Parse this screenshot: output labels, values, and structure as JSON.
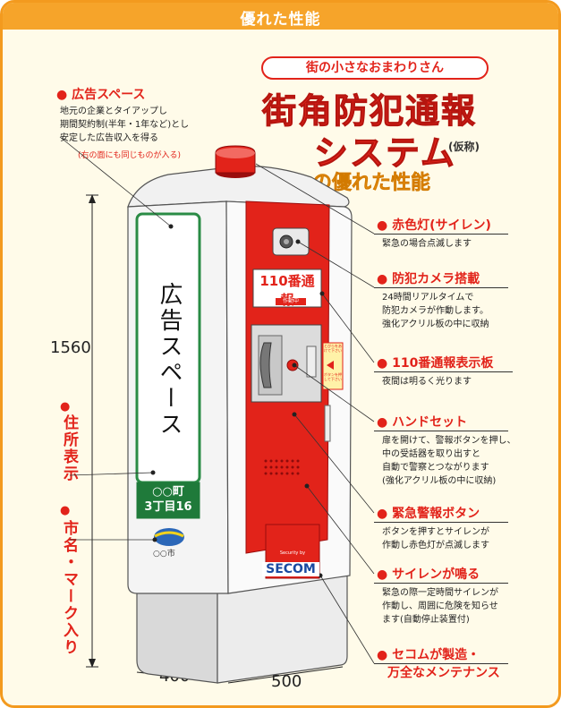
{
  "header": {
    "title": "優れた性能"
  },
  "titles": {
    "subtitle": "街の小さなおまわりさん",
    "line1": "街角防犯通報",
    "line2": "システム",
    "tentative": "(仮称)",
    "line3": "の優れた性能"
  },
  "ad_space": {
    "title": "広告スペース",
    "desc1": "地元の企業とタイアップし",
    "desc2": "期間契約制(半年・1年など)とし",
    "desc3": "安定した広告収入を得る",
    "note": "(右の面にも同じものが入る)",
    "panel_text": "広告スペース"
  },
  "address": {
    "label": "住所表示",
    "line1": "○○町",
    "line2": "3丁目16"
  },
  "city": {
    "label": "市名・マーク入り",
    "city_text": "○○市"
  },
  "dimensions": {
    "height": "1560",
    "width_side": "400",
    "width_front": "500"
  },
  "unit": {
    "sign_text": "110番通報",
    "sign_sub": "作動中",
    "brand": "SECOM",
    "brand_small": "Security by",
    "side_label1": "とびらをあけて下さい",
    "side_label2": "ボタンを押して下さい"
  },
  "callouts": [
    {
      "title": "赤色灯(サイレン)",
      "lines": [
        "緊急の場合点滅します"
      ]
    },
    {
      "title": "防犯カメラ搭載",
      "lines": [
        "24時間リアルタイムで",
        "防犯カメラが作動します。",
        "強化アクリル板の中に収納"
      ]
    },
    {
      "title": "110番通報表示板",
      "lines": [
        "夜間は明るく光ります"
      ]
    },
    {
      "title": "ハンドセット",
      "lines": [
        "扉を開けて、警報ボタンを押し、",
        "中の受話器を取り出すと",
        "自動で警察とつながります",
        "(強化アクリル板の中に収納)"
      ]
    },
    {
      "title": "緊急警報ボタン",
      "lines": [
        "ボタンを押すとサイレンが",
        "作動し赤色灯が点滅します"
      ]
    },
    {
      "title": "サイレンが鳴る",
      "lines": [
        "緊急の際一定時間サイレンが",
        "作動し、周囲に危険を知らせ",
        "ます(自動停止装置付)"
      ]
    },
    {
      "title": "セコムが製造・",
      "lines": [
        "万全なメンテナンス"
      ]
    }
  ],
  "colors": {
    "accent": "#e2231a",
    "header": "#f6a42a",
    "border": "#f39a1e",
    "address_bg": "#1f7a3a"
  }
}
